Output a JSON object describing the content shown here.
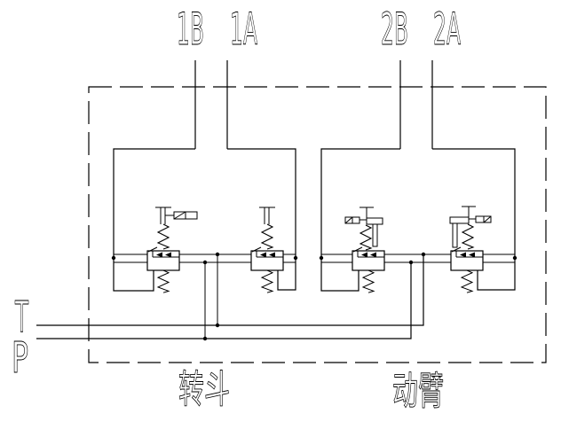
{
  "ports": {
    "block1_b": "1B",
    "block1_a": "1A",
    "block2_b": "2B",
    "block2_a": "2A"
  },
  "rails": {
    "tank": "T",
    "pressure": "P"
  },
  "sections": {
    "block1_label": "转斗",
    "block2_label": "动臂"
  },
  "colors": {
    "line": "#000000",
    "background": "#ffffff"
  }
}
